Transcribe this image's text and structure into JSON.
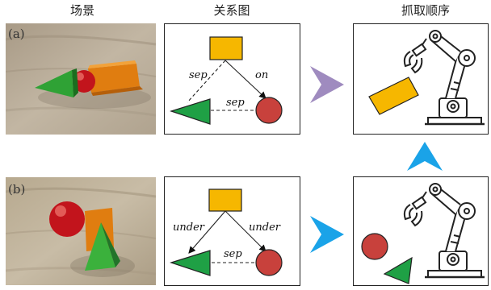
{
  "headers": {
    "scene": "场景",
    "relation": "关系图",
    "grasp": "抓取顺序"
  },
  "rows": [
    {
      "label": "(a)",
      "edges": {
        "left": "sep",
        "right": "on",
        "bottom": "sep"
      }
    },
    {
      "label": "(b)",
      "edges": {
        "left": "under",
        "right": "under",
        "bottom": "sep"
      }
    }
  ],
  "colors": {
    "rect": "#f6b700",
    "triangle": "#1fa045",
    "circle": "#c8413c",
    "arrow_a": "#9f8bbf",
    "arrow_b": "#1aa3e8",
    "up_arrow": "#1aa3e8"
  }
}
